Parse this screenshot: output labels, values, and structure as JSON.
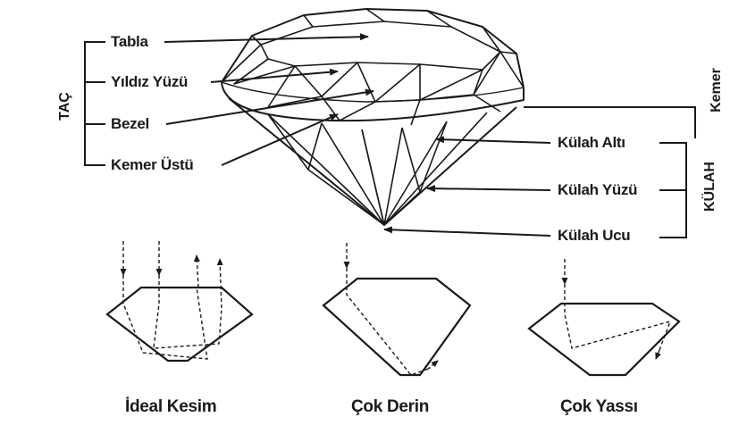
{
  "diagram": {
    "group_labels": {
      "crown": "TAÇ",
      "girdle": "Kemer",
      "pavilion": "KÜLAH"
    },
    "crown_parts": [
      "Tabla",
      "Yıldız Yüzü",
      "Bezel",
      "Kemer Üstü"
    ],
    "pavilion_parts": [
      "Külah Altı",
      "Külah Yüzü",
      "Külah Ucu"
    ],
    "cut_examples": [
      "İdeal Kesim",
      "Çok Derin",
      "Çok Yassı"
    ]
  }
}
